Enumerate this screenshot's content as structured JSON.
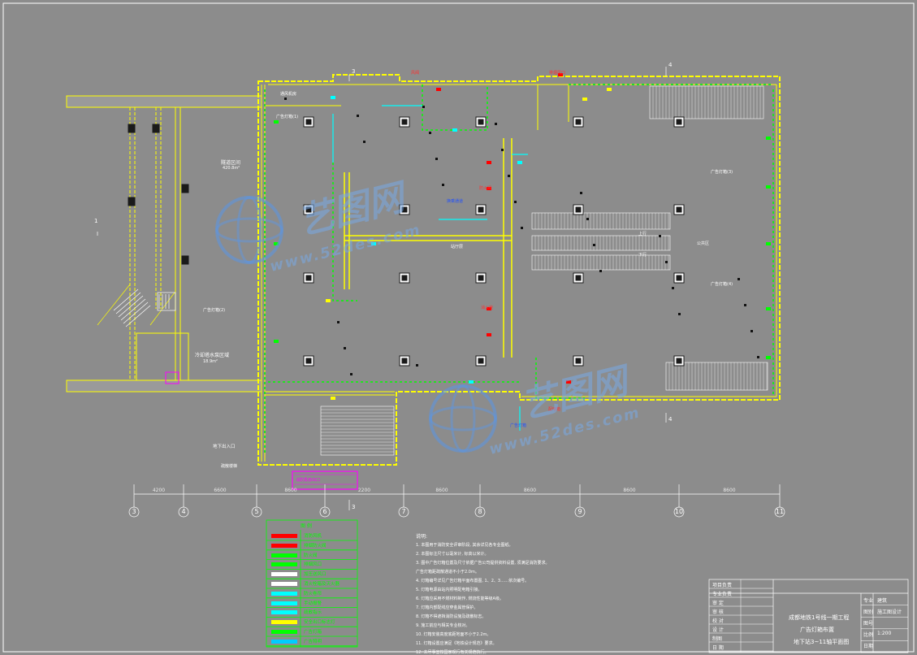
{
  "drawing": {
    "room_labels": {
      "left_upper_area": "隧道区间",
      "left_upper_area_size": "420.8m²",
      "left_lower_area": "冷却塔水泵区域",
      "left_lower_area_size": "18.9m²",
      "station_hall": "站厅层",
      "hall_right": "公共区",
      "entrance_lower": "地下出入口",
      "upper_left_room": "通风机房",
      "lower_exit": "疏散楼梯"
    },
    "annotations": {
      "top_red_1": "风阀",
      "top_red_2": "排烟风口",
      "center_blue": "换乘通道",
      "center_red_a": "防火阀",
      "center_red_b": "消火栓",
      "bottom_blue": "广告灯箱",
      "bottom_red": "配电箱",
      "magenta_tag": "消防泵房出口",
      "escalator_up": "上行",
      "escalator_down": "下行",
      "side_label_left_1": "广告灯箱(1)",
      "side_label_left_2": "广告灯箱(2)",
      "side_label_right_1": "广告灯箱(3)",
      "side_label_right_2": "广告灯箱(4)"
    },
    "grid_axes": [
      "3",
      "4",
      "5",
      "6",
      "7",
      "8",
      "9",
      "10",
      "11"
    ],
    "grid_dims": [
      "4200",
      "6600",
      "8600",
      "2200",
      "8600",
      "8600",
      "8600",
      "8600",
      "8700"
    ],
    "section_marks": [
      "1",
      "3",
      "3",
      "4",
      "4"
    ]
  },
  "watermark": {
    "brand": "艺图网",
    "url": "www.52des.com"
  },
  "legend": {
    "title": "图  例",
    "items": [
      {
        "label": "消防风机",
        "color": "#ff0000"
      },
      {
        "label": "排烟防火阀",
        "color": "#ff0000"
      },
      {
        "label": "防火阀",
        "color": "#00ff00"
      },
      {
        "label": "排烟风口",
        "color": "#00ff00"
      },
      {
        "label": "加压送风口",
        "color": "#ffffff"
      },
      {
        "label": "消火栓箱及灭火器",
        "color": "#ffffff"
      },
      {
        "label": "防火卷帘",
        "color": "#00ffff"
      },
      {
        "label": "手动报警",
        "color": "#00ffff"
      },
      {
        "label": "疏散指示",
        "color": "#00ffff"
      },
      {
        "label": "安全出口标志灯",
        "color": "#ffff00"
      },
      {
        "label": "广告灯箱",
        "color": "#00ff00"
      },
      {
        "label": "广告照明",
        "color": "#00ccff"
      }
    ]
  },
  "notes": {
    "heading": "说明:",
    "lines": [
      "1. 本图用于消防安全评审阶段, 其余详见各专业图纸。",
      "2. 本图标注尺寸以毫米计, 标高以米计。",
      "3. 图中广告灯箱位置及尺寸依据广告公司提供资料设置, 须满足消防要求。",
      "   广告灯箱距疏散通道不小于2.0m。",
      "4. 灯箱编号详见广告灯箱平面布置图, 1、2、3……依次编号。",
      "5. 灯箱电源由站内照明配电箱引接。",
      "6. 灯箱应采用不燃材料制作, 燃烧性能等级A级。",
      "7. 灯箱内部配线应穿金属管保护。",
      "8. 灯箱不得遮挡消防设施及疏散标志。",
      "9. 施工前应与相关专业核对。",
      "10. 灯箱安装高度底距地面不小于2.2m。",
      "11. 灯箱设置应满足《地铁设计规范》要求。",
      "12. 未尽事宜按国家现行有关规范执行。"
    ]
  },
  "title_block": {
    "left_rows": [
      "项目负责",
      "专业负责",
      "审  定",
      "审  核",
      "校  对",
      "设  计",
      "制图",
      "日  期"
    ],
    "project_line1": "成都地铁1号线一期工程",
    "project_line2": "广告灯箱布置",
    "project_line3": "地下站3~11轴平面图",
    "right_labels": [
      "专业",
      "图别",
      "图号",
      "比例",
      "日期"
    ],
    "right_values": [
      "建筑",
      "施工图设计",
      "",
      "1:200",
      ""
    ]
  },
  "colors": {
    "background": "#8c8c8c",
    "wall": "#ffff00",
    "green_line": "#00ff00",
    "cyan_line": "#00ffff",
    "red_mark": "#ff0000",
    "magenta": "#ff00ff",
    "white": "#ffffff"
  }
}
